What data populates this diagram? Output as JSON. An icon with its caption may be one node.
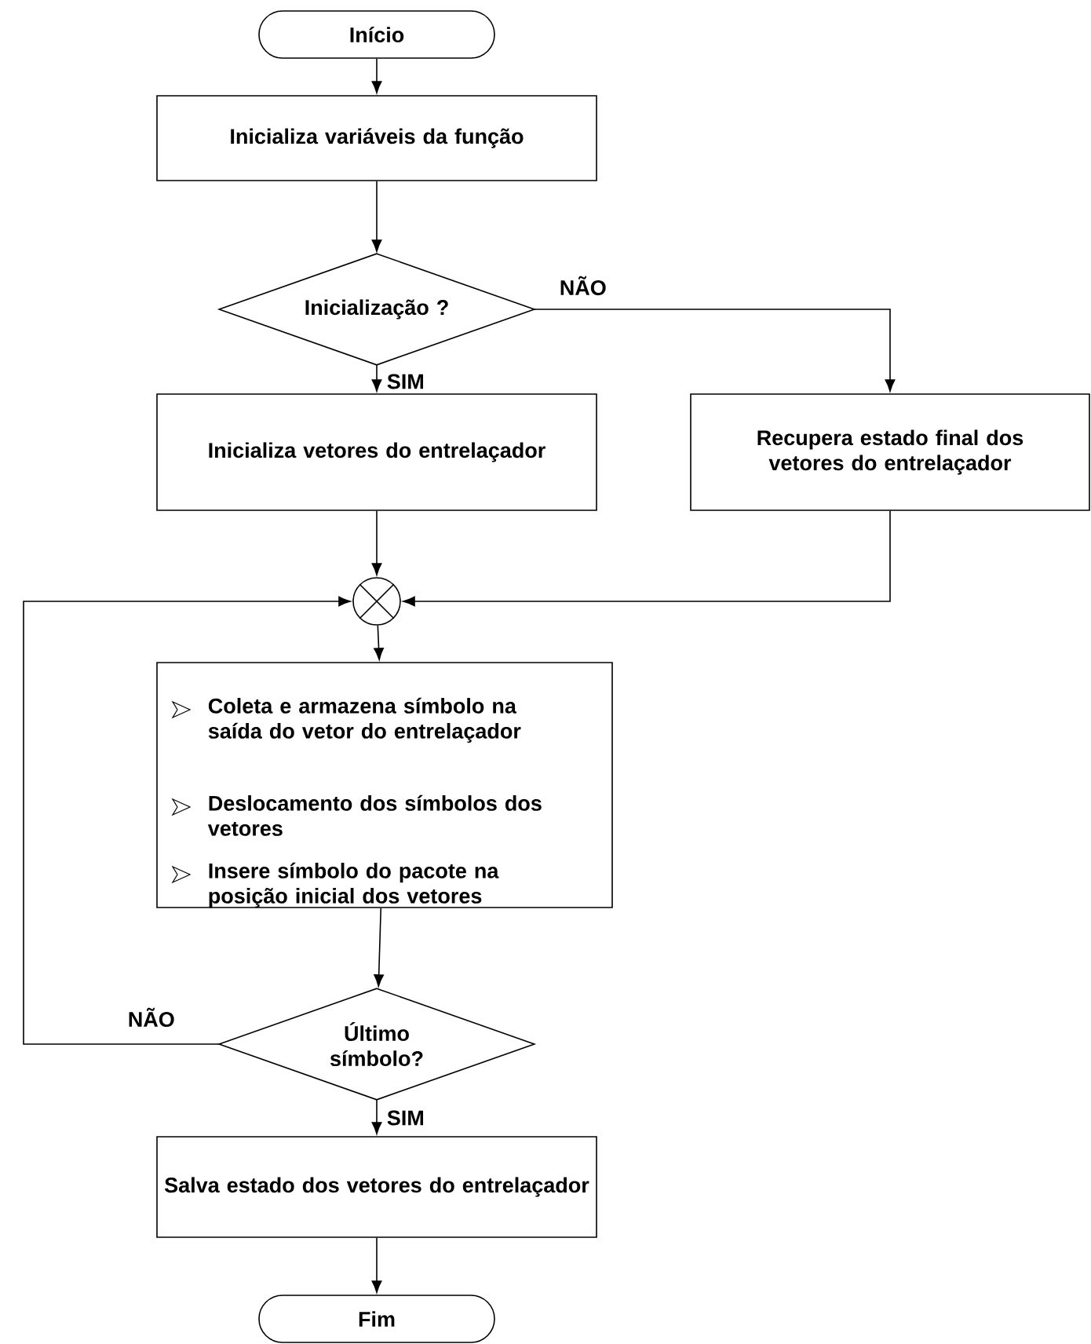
{
  "diagram": {
    "nodes": [
      {
        "text": [
          "Início"
        ]
      },
      {
        "text": [
          "Inicializa variáveis da função"
        ]
      },
      {
        "text": [
          "Inicialização ?"
        ]
      },
      {
        "text": [
          "Inicializa vetores do entrelaçador"
        ]
      },
      {
        "text": [
          "Recupera estado final dos vetores do entrelaçador"
        ]
      },
      {
        "text": [],
        "shape": "circle"
      },
      {
        "text": [
          "Coleta e armazena símbolo na saída do vetor do entrelaçador",
          "Deslocamento dos símbolos dos vetores",
          "Insere símbolo do pacote na posição inicial dos vetores"
        ]
      },
      {
        "text": [
          "Último símbolo?"
        ]
      },
      {
        "text": [
          "Salva estado dos vetores do entrelaçador"
        ]
      },
      {
        "text": [
          "Fim"
        ]
      }
    ],
    "edges": [
      {
        "from": 0,
        "to": 1,
        "arrow": "to"
      },
      {
        "from": 1,
        "to": 2,
        "arrow": "to"
      },
      {
        "from": 2,
        "to": 3,
        "arrow": "to",
        "label": "SIM"
      },
      {
        "from": 2,
        "to": 4,
        "arrow": "to",
        "label": "NÃO"
      },
      {
        "from": 3,
        "to": 5,
        "arrow": "to"
      },
      {
        "from": 4,
        "to": 5,
        "arrow": "to"
      },
      {
        "from": 5,
        "to": 6,
        "arrow": "to"
      },
      {
        "from": 6,
        "to": 7,
        "arrow": "to"
      },
      {
        "from": 7,
        "to": 5,
        "arrow": "to",
        "label": "NÃO"
      },
      {
        "from": 7,
        "to": 8,
        "arrow": "to",
        "label": "SIM"
      },
      {
        "from": 8,
        "to": 9,
        "arrow": "to"
      }
    ]
  }
}
